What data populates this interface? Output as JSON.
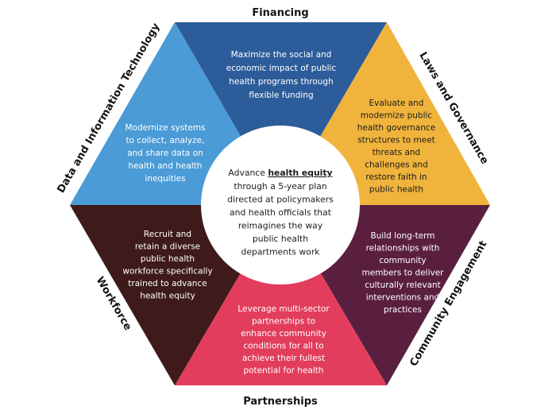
{
  "outer_labels": {
    "financing": "Financing",
    "laws_governance": "Laws and Governance",
    "community_engagement": "Community Engagement",
    "partnerships": "Partnerships",
    "workforce": "Workforce",
    "data_it": "Data and Information Technology"
  },
  "segments": {
    "financing": {
      "color": "#2d5c9a",
      "lines": [
        "Maximize the social and",
        "economic impact of public",
        "health programs through",
        "flexible funding"
      ]
    },
    "laws_governance": {
      "color": "#f0b43c",
      "lines": [
        "Evaluate and",
        "modernize public",
        "health governance",
        "structures to meet",
        "threats and",
        "challenges and",
        "restore faith in",
        "public health"
      ]
    },
    "community_engagement": {
      "color": "#5a1f3f",
      "lines": [
        "Build long-term",
        "relationships with",
        "community",
        "members to deliver",
        "culturally relevant",
        "interventions and",
        "practices"
      ]
    },
    "partnerships": {
      "color": "#e23d5c",
      "lines": [
        "Leverage multi-sector",
        "partnerships to",
        "enhance community",
        "conditions for all to",
        "achieve their fullest",
        "potential for health"
      ]
    },
    "workforce": {
      "color": "#3e1a1a",
      "lines": [
        "Recruit and",
        "retain a diverse",
        "public health",
        "workforce specifically",
        "trained to advance",
        "health equity"
      ]
    },
    "data_it": {
      "color": "#4b9bd6",
      "lines": [
        "Modernize systems",
        "to collect, analyze,",
        "and share data on",
        "health and health",
        "inequities"
      ]
    }
  },
  "center": {
    "line1_prefix": "Advance ",
    "line1_emphasis": "health equity",
    "lines": [
      "through a 5-year plan",
      "directed at policymakers",
      "and health officials that",
      "reimagines the way",
      "public health",
      "departments work"
    ]
  }
}
